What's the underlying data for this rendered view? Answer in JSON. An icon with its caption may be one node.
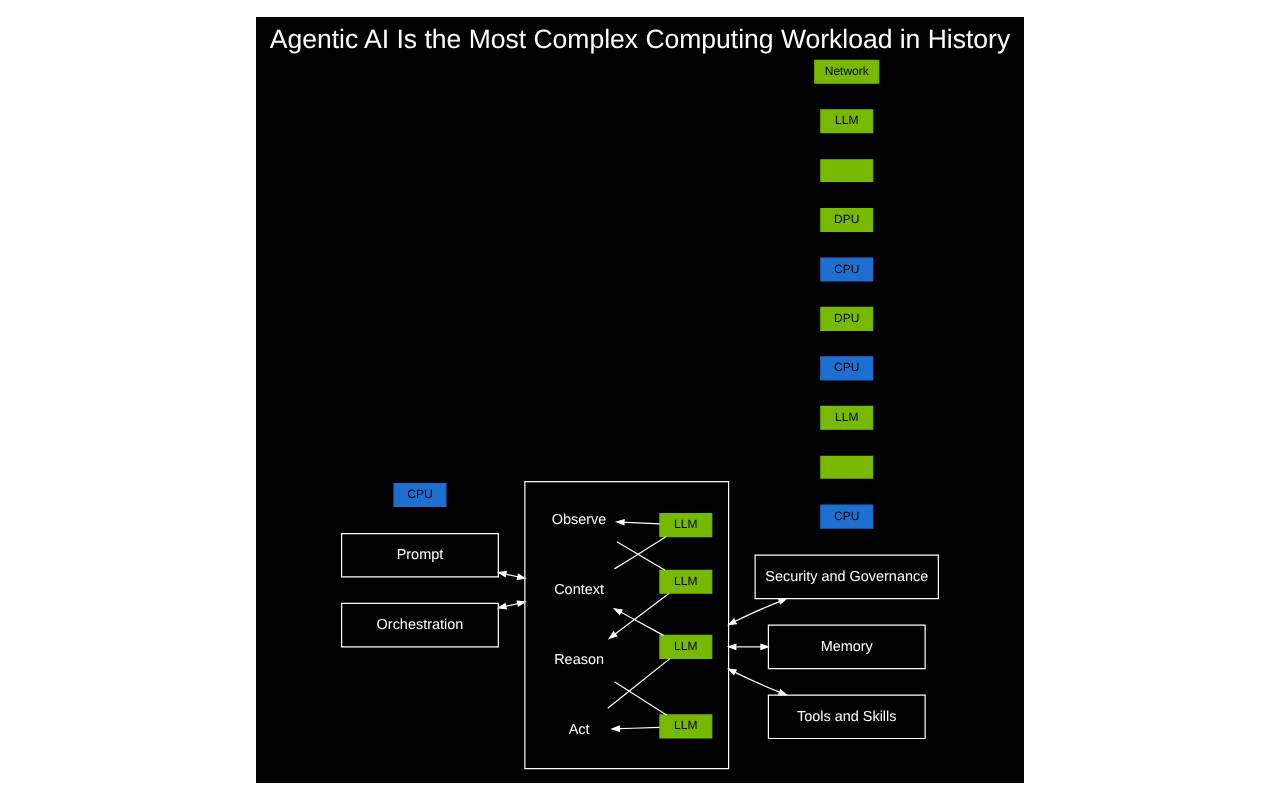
{
  "diagram": {
    "title": "Agentic AI Is the Most Complex Computing Workload in History",
    "nodes": [
      {
        "text": [
          "Prompt"
        ]
      },
      {
        "text": [
          "Orchestration"
        ]
      },
      {
        "text": [
          "CPU"
        ]
      },
      {
        "text": [],
        "shape": "box"
      },
      {
        "text": [
          "Context"
        ],
        "in": 3
      },
      {
        "text": [
          "LLM"
        ],
        "in": 3
      },
      {
        "text": [
          "Observe"
        ],
        "in": 3
      },
      {
        "text": [
          "LLM"
        ],
        "in": 3
      },
      {
        "text": [
          "Reason"
        ],
        "in": 3
      },
      {
        "text": [
          "LLM"
        ],
        "in": 3
      },
      {
        "text": [
          "Act"
        ],
        "in": 3
      },
      {
        "text": [
          "LLM"
        ],
        "in": 3
      },
      {
        "text": [
          "Tools and Skills"
        ]
      },
      {
        "text": [
          "CPU"
        ]
      },
      {
        "text": [],
        "shape": "box"
      },
      {
        "text": [
          "LLM"
        ]
      },
      {
        "text": [
          "Security and Governance"
        ]
      },
      {
        "text": [
          "CPU"
        ]
      },
      {
        "text": [
          "DPU"
        ]
      },
      {
        "text": [
          "Memory"
        ]
      },
      {
        "text": [
          "CPU"
        ]
      },
      {
        "text": [
          "DPU"
        ]
      },
      {
        "text": [],
        "shape": "box"
      },
      {
        "text": [
          "LLM"
        ]
      },
      {
        "text": [
          "Network"
        ]
      }
    ],
    "edges": [
      {
        "from": 0,
        "to": 3,
        "arrow": "both"
      },
      {
        "from": 1,
        "to": 3,
        "arrow": "both"
      },
      {
        "from": 4,
        "to": 5,
        "arrow": "none"
      },
      {
        "from": 5,
        "to": 6,
        "arrow": "to"
      },
      {
        "from": 6,
        "to": 7,
        "arrow": "none"
      },
      {
        "from": 7,
        "to": 8,
        "arrow": "to"
      },
      {
        "from": 8,
        "to": 9,
        "arrow": "none"
      },
      {
        "from": 9,
        "to": 10,
        "arrow": "to"
      },
      {
        "from": 10,
        "to": 11,
        "arrow": "none"
      },
      {
        "from": 11,
        "to": 4,
        "arrow": "to"
      },
      {
        "from": 3,
        "to": 12,
        "arrow": "both"
      },
      {
        "from": 3,
        "to": 16,
        "arrow": "both"
      },
      {
        "from": 3,
        "to": 19,
        "arrow": "both"
      }
    ]
  }
}
